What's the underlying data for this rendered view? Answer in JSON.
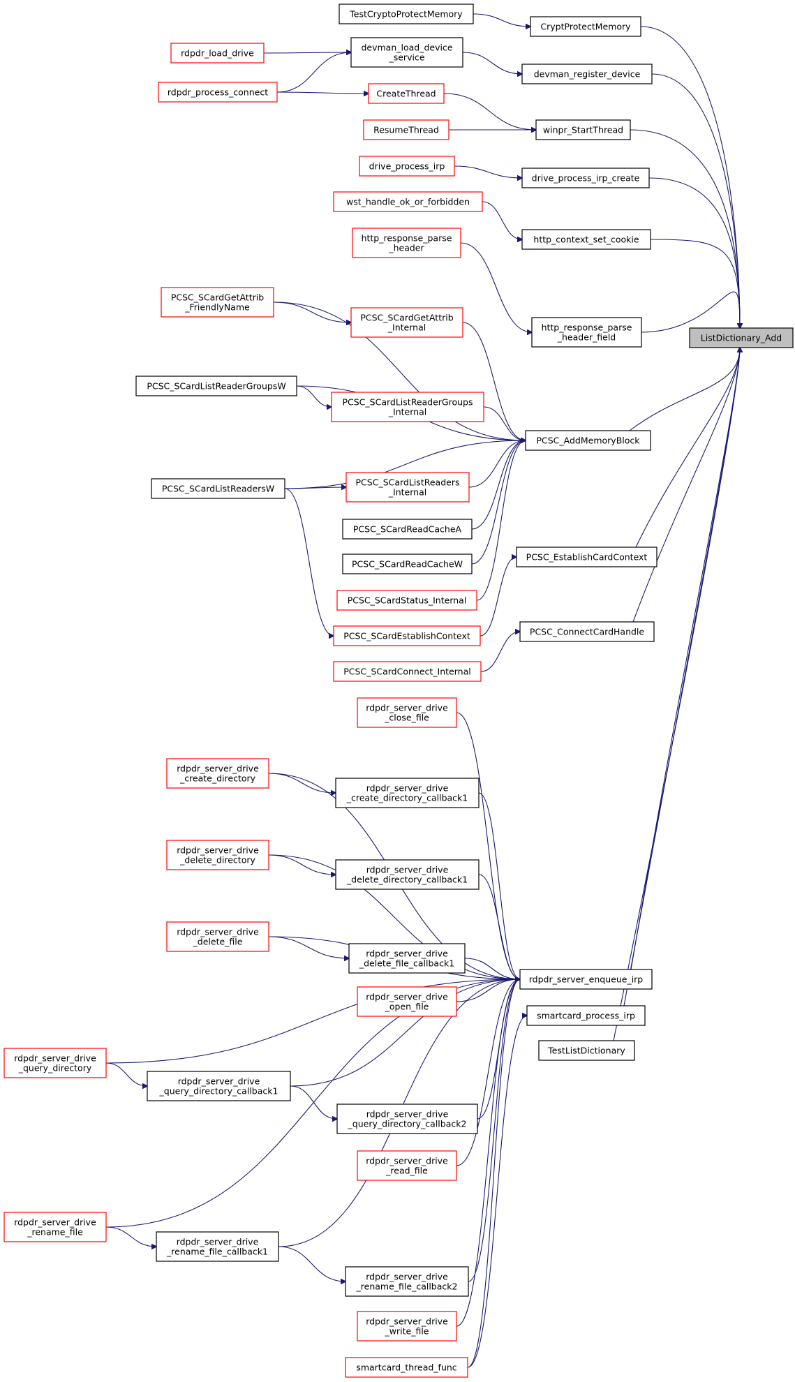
{
  "diagram": {
    "target": "n_target",
    "nodes": [
      {
        "id": "n_target",
        "lines": [
          "ListDictionary_Add"
        ],
        "color": "gray"
      },
      {
        "id": "n_crypt",
        "lines": [
          "CryptProtectMemory"
        ],
        "color": "black"
      },
      {
        "id": "n_testcrypt",
        "lines": [
          "TestCryptoProtectMemory"
        ],
        "color": "black"
      },
      {
        "id": "n_devreg",
        "lines": [
          "devman_register_device"
        ],
        "color": "black"
      },
      {
        "id": "n_devload",
        "lines": [
          "devman_load_device",
          "_service"
        ],
        "color": "black"
      },
      {
        "id": "n_rdpdrload",
        "lines": [
          "rdpdr_load_drive"
        ],
        "color": "red"
      },
      {
        "id": "n_rdpdrproc",
        "lines": [
          "rdpdr_process_connect"
        ],
        "color": "red"
      },
      {
        "id": "n_winpr",
        "lines": [
          "winpr_StartThread"
        ],
        "color": "black"
      },
      {
        "id": "n_createthread",
        "lines": [
          "CreateThread"
        ],
        "color": "red"
      },
      {
        "id": "n_resume",
        "lines": [
          "ResumeThread"
        ],
        "color": "red"
      },
      {
        "id": "n_dpic",
        "lines": [
          "drive_process_irp_create"
        ],
        "color": "black"
      },
      {
        "id": "n_dpi",
        "lines": [
          "drive_process_irp"
        ],
        "color": "red"
      },
      {
        "id": "n_httpcookie",
        "lines": [
          "http_context_set_cookie"
        ],
        "color": "black"
      },
      {
        "id": "n_wst",
        "lines": [
          "wst_handle_ok_or_forbidden"
        ],
        "color": "red"
      },
      {
        "id": "n_hrph",
        "lines": [
          "http_response_parse",
          "_header"
        ],
        "color": "red"
      },
      {
        "id": "n_hrphf",
        "lines": [
          "http_response_parse",
          "_header_field"
        ],
        "color": "black"
      },
      {
        "id": "n_amb",
        "lines": [
          "PCSC_AddMemoryBlock"
        ],
        "color": "black"
      },
      {
        "id": "n_gafn",
        "lines": [
          "PCSC_SCardGetAttrib",
          "_FriendlyName"
        ],
        "color": "red"
      },
      {
        "id": "n_gai",
        "lines": [
          "PCSC_SCardGetAttrib",
          "_Internal"
        ],
        "color": "red"
      },
      {
        "id": "n_lrgw",
        "lines": [
          "PCSC_SCardListReaderGroupsW"
        ],
        "color": "black"
      },
      {
        "id": "n_lrgi",
        "lines": [
          "PCSC_SCardListReaderGroups",
          "_Internal"
        ],
        "color": "red"
      },
      {
        "id": "n_lrw",
        "lines": [
          "PCSC_SCardListReadersW"
        ],
        "color": "black"
      },
      {
        "id": "n_lri",
        "lines": [
          "PCSC_SCardListReaders",
          "_Internal"
        ],
        "color": "red"
      },
      {
        "id": "n_rca",
        "lines": [
          "PCSC_SCardReadCacheA"
        ],
        "color": "black"
      },
      {
        "id": "n_rcw",
        "lines": [
          "PCSC_SCardReadCacheW"
        ],
        "color": "black"
      },
      {
        "id": "n_ecc",
        "lines": [
          "PCSC_EstablishCardContext"
        ],
        "color": "black"
      },
      {
        "id": "n_ssi",
        "lines": [
          "PCSC_SCardStatus_Internal"
        ],
        "color": "red"
      },
      {
        "id": "n_sec",
        "lines": [
          "PCSC_SCardEstablishContext"
        ],
        "color": "red"
      },
      {
        "id": "n_cch",
        "lines": [
          "PCSC_ConnectCardHandle"
        ],
        "color": "black"
      },
      {
        "id": "n_sci",
        "lines": [
          "PCSC_SCardConnect_Internal"
        ],
        "color": "red"
      },
      {
        "id": "n_enq",
        "lines": [
          "rdpdr_server_enqueue_irp"
        ],
        "color": "black"
      },
      {
        "id": "n_scpi",
        "lines": [
          "smartcard_process_irp"
        ],
        "color": "black"
      },
      {
        "id": "n_tld",
        "lines": [
          "TestListDictionary"
        ],
        "color": "black"
      },
      {
        "id": "n_closefile",
        "lines": [
          "rdpdr_server_drive",
          "_close_file"
        ],
        "color": "red"
      },
      {
        "id": "n_crdir",
        "lines": [
          "rdpdr_server_drive",
          "_create_directory"
        ],
        "color": "red"
      },
      {
        "id": "n_crdircb",
        "lines": [
          "rdpdr_server_drive",
          "_create_directory_callback1"
        ],
        "color": "black"
      },
      {
        "id": "n_deldir",
        "lines": [
          "rdpdr_server_drive",
          "_delete_directory"
        ],
        "color": "red"
      },
      {
        "id": "n_deldircb",
        "lines": [
          "rdpdr_server_drive",
          "_delete_directory_callback1"
        ],
        "color": "black"
      },
      {
        "id": "n_delfile",
        "lines": [
          "rdpdr_server_drive",
          "_delete_file"
        ],
        "color": "red"
      },
      {
        "id": "n_delfilecb",
        "lines": [
          "rdpdr_server_drive",
          "_delete_file_callback1"
        ],
        "color": "black"
      },
      {
        "id": "n_openfile",
        "lines": [
          "rdpdr_server_drive",
          "_open_file"
        ],
        "color": "red"
      },
      {
        "id": "n_qdir",
        "lines": [
          "rdpdr_server_drive",
          "_query_directory"
        ],
        "color": "red"
      },
      {
        "id": "n_qdircb1",
        "lines": [
          "rdpdr_server_drive",
          "_query_directory_callback1"
        ],
        "color": "black"
      },
      {
        "id": "n_qdircb2",
        "lines": [
          "rdpdr_server_drive",
          "_query_directory_callback2"
        ],
        "color": "black"
      },
      {
        "id": "n_readfile",
        "lines": [
          "rdpdr_server_drive",
          "_read_file"
        ],
        "color": "red"
      },
      {
        "id": "n_renfile",
        "lines": [
          "rdpdr_server_drive",
          "_rename_file"
        ],
        "color": "red"
      },
      {
        "id": "n_renfilecb1",
        "lines": [
          "rdpdr_server_drive",
          "_rename_file_callback1"
        ],
        "color": "black"
      },
      {
        "id": "n_renfilecb2",
        "lines": [
          "rdpdr_server_drive",
          "_rename_file_callback2"
        ],
        "color": "black"
      },
      {
        "id": "n_writefile",
        "lines": [
          "rdpdr_server_drive",
          "_write_file"
        ],
        "color": "red"
      },
      {
        "id": "n_sctf",
        "lines": [
          "smartcard_thread_func"
        ],
        "color": "red"
      }
    ],
    "edges": [
      {
        "from": "n_crypt",
        "to": "n_target"
      },
      {
        "from": "n_devreg",
        "to": "n_target"
      },
      {
        "from": "n_winpr",
        "to": "n_target"
      },
      {
        "from": "n_dpic",
        "to": "n_target"
      },
      {
        "from": "n_httpcookie",
        "to": "n_target"
      },
      {
        "from": "n_hrphf",
        "to": "n_target"
      },
      {
        "from": "n_amb",
        "to": "n_target"
      },
      {
        "from": "n_ecc",
        "to": "n_target"
      },
      {
        "from": "n_cch",
        "to": "n_target"
      },
      {
        "from": "n_enq",
        "to": "n_target"
      },
      {
        "from": "n_scpi",
        "to": "n_target"
      },
      {
        "from": "n_tld",
        "to": "n_target"
      },
      {
        "from": "n_testcrypt",
        "to": "n_crypt"
      },
      {
        "from": "n_devload",
        "to": "n_devreg"
      },
      {
        "from": "n_rdpdrload",
        "to": "n_devload"
      },
      {
        "from": "n_rdpdrproc",
        "to": "n_devload"
      },
      {
        "from": "n_rdpdrproc",
        "to": "n_createthread"
      },
      {
        "from": "n_createthread",
        "to": "n_winpr"
      },
      {
        "from": "n_resume",
        "to": "n_winpr"
      },
      {
        "from": "n_dpi",
        "to": "n_dpic"
      },
      {
        "from": "n_wst",
        "to": "n_httpcookie"
      },
      {
        "from": "n_hrph",
        "to": "n_hrphf"
      },
      {
        "from": "n_gafn",
        "to": "n_amb"
      },
      {
        "from": "n_gafn",
        "to": "n_gai"
      },
      {
        "from": "n_gai",
        "to": "n_amb"
      },
      {
        "from": "n_lrgw",
        "to": "n_amb"
      },
      {
        "from": "n_lrgw",
        "to": "n_lrgi"
      },
      {
        "from": "n_lrgi",
        "to": "n_amb"
      },
      {
        "from": "n_lrw",
        "to": "n_amb"
      },
      {
        "from": "n_lrw",
        "to": "n_lri"
      },
      {
        "from": "n_lrw",
        "to": "n_sec"
      },
      {
        "from": "n_lri",
        "to": "n_amb"
      },
      {
        "from": "n_rca",
        "to": "n_amb"
      },
      {
        "from": "n_rcw",
        "to": "n_amb"
      },
      {
        "from": "n_ssi",
        "to": "n_amb"
      },
      {
        "from": "n_sec",
        "to": "n_ecc"
      },
      {
        "from": "n_sci",
        "to": "n_cch"
      },
      {
        "from": "n_closefile",
        "to": "n_enq"
      },
      {
        "from": "n_crdir",
        "to": "n_enq"
      },
      {
        "from": "n_crdir",
        "to": "n_crdircb"
      },
      {
        "from": "n_crdircb",
        "to": "n_enq"
      },
      {
        "from": "n_deldir",
        "to": "n_enq"
      },
      {
        "from": "n_deldir",
        "to": "n_deldircb"
      },
      {
        "from": "n_deldircb",
        "to": "n_enq"
      },
      {
        "from": "n_delfile",
        "to": "n_enq"
      },
      {
        "from": "n_delfile",
        "to": "n_delfilecb"
      },
      {
        "from": "n_delfilecb",
        "to": "n_enq"
      },
      {
        "from": "n_openfile",
        "to": "n_enq"
      },
      {
        "from": "n_qdir",
        "to": "n_enq"
      },
      {
        "from": "n_qdir",
        "to": "n_qdircb1"
      },
      {
        "from": "n_qdircb1",
        "to": "n_enq"
      },
      {
        "from": "n_qdircb1",
        "to": "n_qdircb2"
      },
      {
        "from": "n_qdircb2",
        "to": "n_enq"
      },
      {
        "from": "n_readfile",
        "to": "n_enq"
      },
      {
        "from": "n_renfile",
        "to": "n_enq"
      },
      {
        "from": "n_renfile",
        "to": "n_renfilecb1"
      },
      {
        "from": "n_renfilecb1",
        "to": "n_enq"
      },
      {
        "from": "n_renfilecb1",
        "to": "n_renfilecb2"
      },
      {
        "from": "n_renfilecb2",
        "to": "n_enq"
      },
      {
        "from": "n_writefile",
        "to": "n_enq"
      },
      {
        "from": "n_sctf",
        "to": "n_enq"
      },
      {
        "from": "n_sctf",
        "to": "n_scpi"
      }
    ]
  }
}
